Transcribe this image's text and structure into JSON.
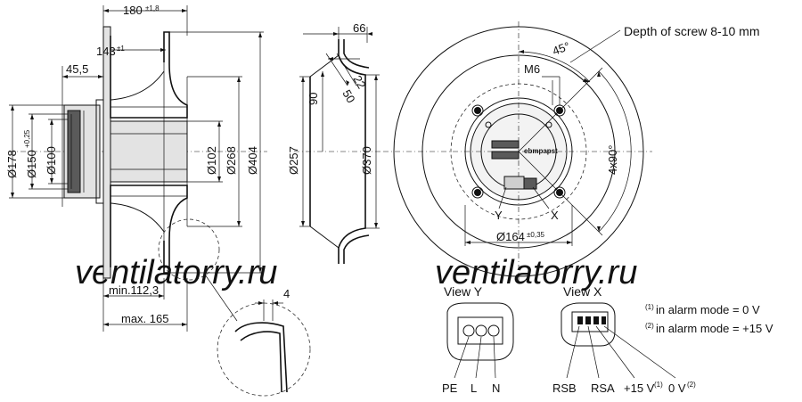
{
  "side_view": {
    "width_overall": "180",
    "width_overall_tol": "±1,8",
    "width_143": "143",
    "width_143_tol": "±1",
    "width_45": "45,5",
    "dia_178": "Ø178",
    "dia_150": "Ø150",
    "dia_150_tol": "+0,25",
    "dia_100": "Ø100",
    "dia_102": "Ø102",
    "dia_268": "Ø268",
    "dia_404": "Ø404",
    "min_depth": "min.112,3",
    "max_depth": "max. 165",
    "detail_4": "4"
  },
  "section_view": {
    "width_66": "66",
    "dim_90": "90",
    "dim_22": "22",
    "dim_50": "50",
    "dia_257": "Ø257",
    "dia_370": "Ø370"
  },
  "front_view": {
    "screw_note": "Depth of screw 8-10 mm",
    "thread": "M6",
    "angle_45": "45°",
    "angle_4x90": "4x90°",
    "dia_164": "Ø164",
    "dia_164_tol": "±0,35",
    "label_y": "Y",
    "label_x": "X",
    "brand_mark": "ebmpapst"
  },
  "connectors": {
    "view_y_title": "View Y",
    "view_x_title": "View X",
    "pin_pe": "PE",
    "pin_l": "L",
    "pin_n": "N",
    "pin_rsb": "RSB",
    "pin_rsa": "RSA",
    "pin_15v": "+15 V",
    "pin_15v_sup": "(1)",
    "pin_0v": "0 V",
    "pin_0v_sup": "(2)"
  },
  "notes": {
    "note1_sup": "(1)",
    "note1_text": "in alarm mode = 0 V",
    "note2_sup": "(2)",
    "note2_text": "in alarm mode = +15 V"
  },
  "watermark": {
    "left": "ventilatorry.ru",
    "right": "ventilatorry.ru"
  }
}
